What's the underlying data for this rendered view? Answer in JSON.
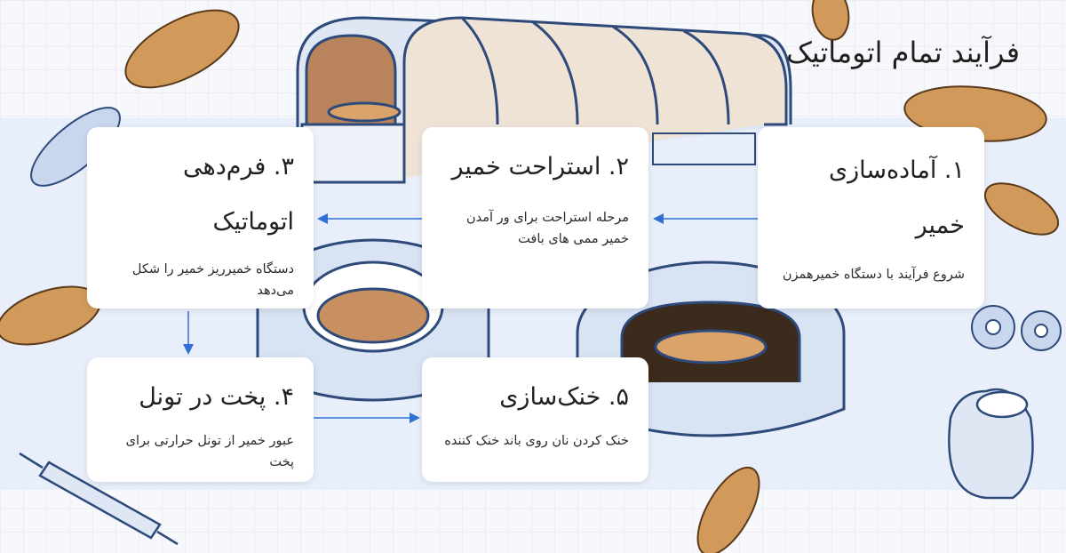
{
  "title": "فرآیند تمام اتوماتیک",
  "colors": {
    "arrow": "#2f6fd6",
    "band": "#e8effb",
    "card": "#ffffff"
  },
  "steps": [
    {
      "heading": "۱. آماده‌سازی خمیر",
      "desc": "شروع فرآیند با دستگاه خمیرهمزن"
    },
    {
      "heading": "۲. استراحت خمیر",
      "desc": "مرحله استراحت برای ور آمدن خمیر ممی های بافت"
    },
    {
      "heading": "۳. فرم‌دهی اتوماتیک",
      "desc": "دستگاه خمیرریز خمیر را شکل می‌دهد"
    },
    {
      "heading": "۴. پخت در تونل",
      "desc": "عبور خمیر از تونل حرارتی برای پخت"
    },
    {
      "heading": "۵. خنک‌سازی",
      "desc": "خنک کردن نان روی باند خنک کننده"
    }
  ],
  "decor_icons": [
    "bread-icon",
    "oven-icon",
    "tunnel-oven-icon",
    "gear-icon",
    "flour-sack-icon",
    "rolling-pin-icon"
  ]
}
